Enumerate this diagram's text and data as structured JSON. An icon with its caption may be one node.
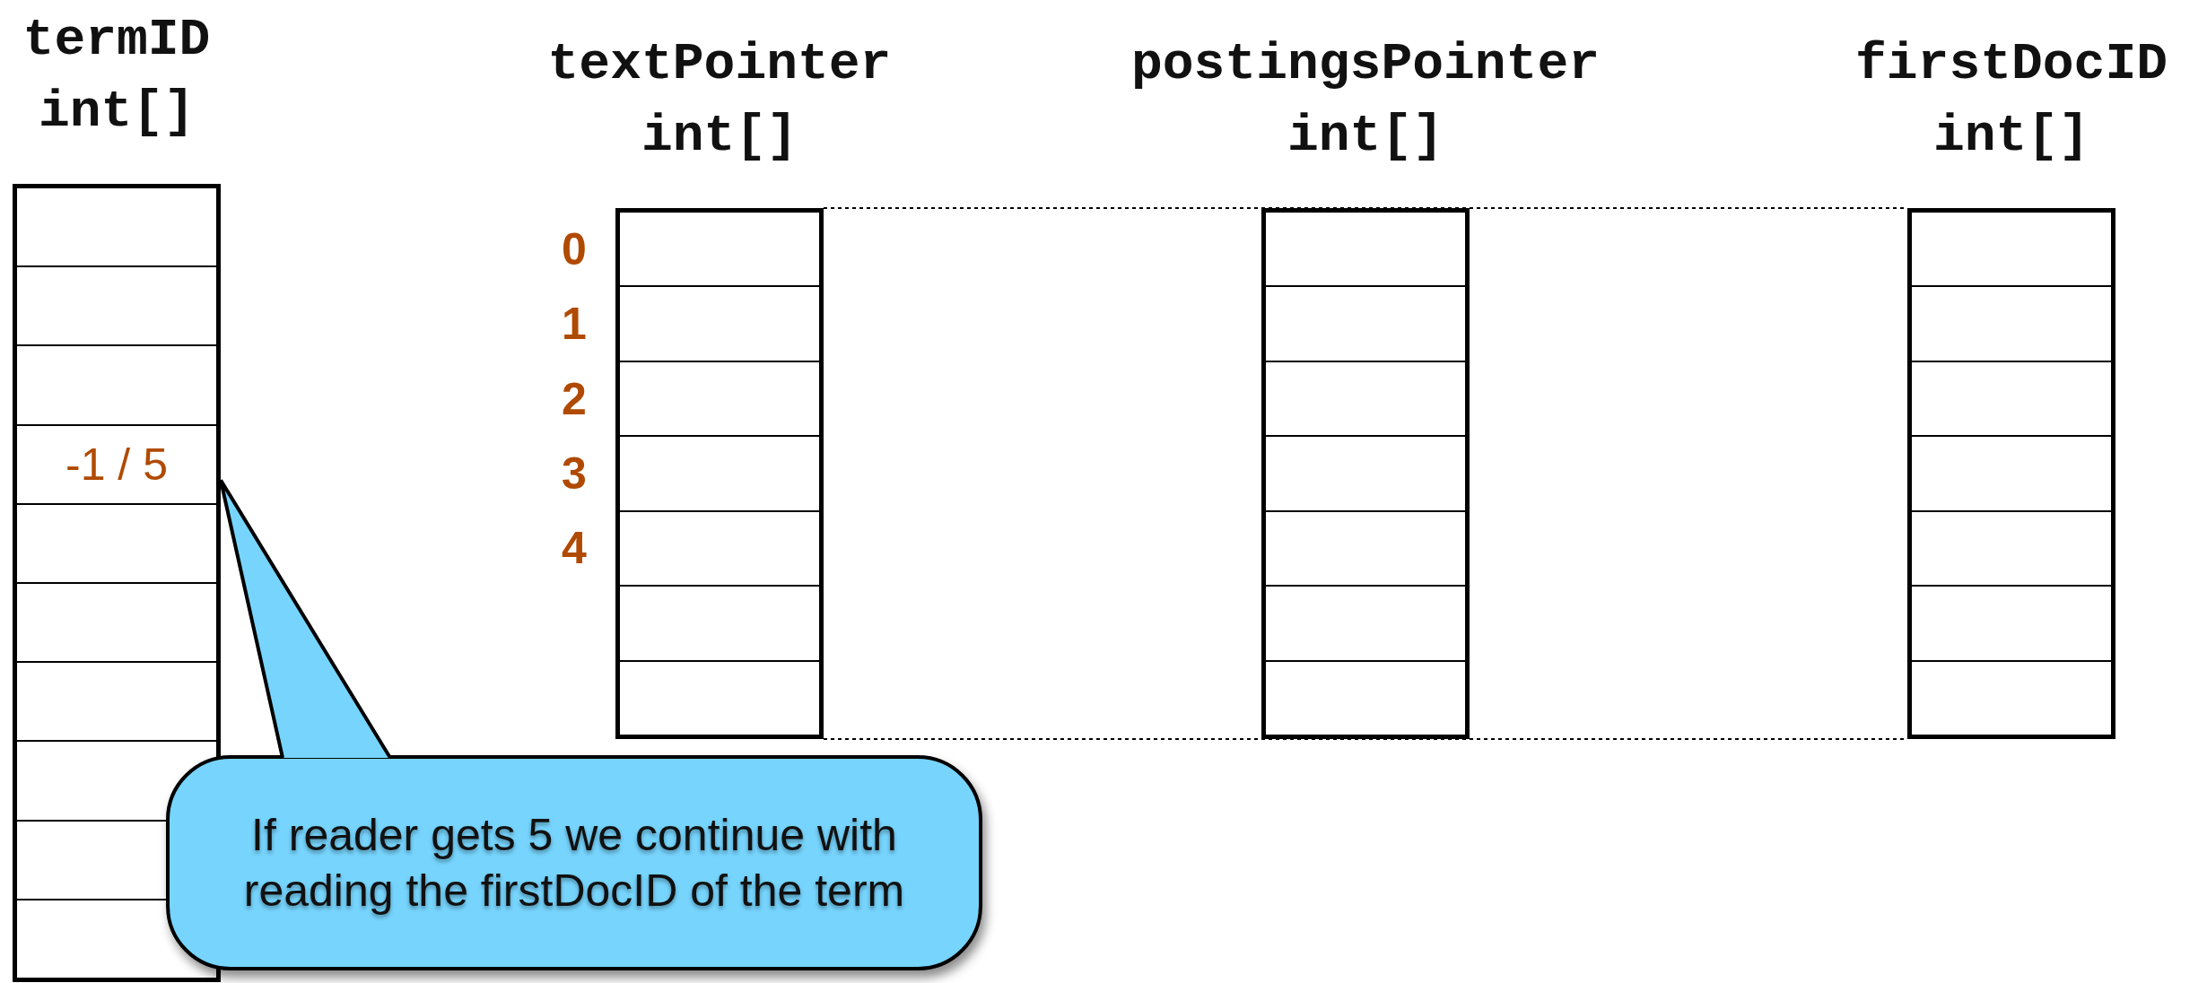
{
  "diagram": {
    "nodes": [
      {
        "text": [
          "termID",
          "int[]"
        ]
      },
      {
        "text": [],
        "shape": "box",
        "in": 0
      },
      {
        "text": [],
        "shape": "box",
        "in": 0
      },
      {
        "text": [],
        "shape": "box",
        "in": 0
      },
      {
        "text": [
          "-1 / 5"
        ],
        "in": 0
      },
      {
        "text": [],
        "shape": "box",
        "in": 0
      },
      {
        "text": [],
        "shape": "box",
        "in": 0
      },
      {
        "text": [],
        "shape": "box",
        "in": 0
      },
      {
        "text": [],
        "shape": "box",
        "in": 0
      },
      {
        "text": [],
        "shape": "box",
        "in": 0
      },
      {
        "text": [],
        "shape": "box",
        "in": 0
      },
      {
        "text": [
          "textPointer",
          "int[]"
        ]
      },
      {
        "text": [],
        "shape": "box",
        "in": 11
      },
      {
        "text": [],
        "shape": "box",
        "in": 11
      },
      {
        "text": [],
        "shape": "box",
        "in": 11
      },
      {
        "text": [],
        "shape": "box",
        "in": 11
      },
      {
        "text": [],
        "shape": "box",
        "in": 11
      },
      {
        "text": [],
        "shape": "box",
        "in": 11
      },
      {
        "text": [],
        "shape": "box",
        "in": 11
      },
      {
        "text": [
          "postingsPointer",
          "int[]"
        ]
      },
      {
        "text": [],
        "shape": "box",
        "in": 19
      },
      {
        "text": [],
        "shape": "box",
        "in": 19
      },
      {
        "text": [],
        "shape": "box",
        "in": 19
      },
      {
        "text": [],
        "shape": "box",
        "in": 19
      },
      {
        "text": [],
        "shape": "box",
        "in": 19
      },
      {
        "text": [],
        "shape": "box",
        "in": 19
      },
      {
        "text": [],
        "shape": "box",
        "in": 19
      },
      {
        "text": [
          "firstDocID",
          "int[]"
        ]
      },
      {
        "text": [],
        "shape": "box",
        "in": 27
      },
      {
        "text": [],
        "shape": "box",
        "in": 27
      },
      {
        "text": [],
        "shape": "box",
        "in": 27
      },
      {
        "text": [],
        "shape": "box",
        "in": 27
      },
      {
        "text": [],
        "shape": "box",
        "in": 27
      },
      {
        "text": [],
        "shape": "box",
        "in": 27
      },
      {
        "text": [],
        "shape": "box",
        "in": 27
      },
      {
        "text": [
          "If reader gets 5 we continue with reading the firstDocID of the term"
        ]
      }
    ],
    "edges": [
      {
        "from": 35,
        "to": 4,
        "arrow": "none"
      },
      {
        "from": 11,
        "to": 27,
        "arrow": "none",
        "style": "dashed"
      },
      {
        "from": 11,
        "to": 27,
        "arrow": "none",
        "style": "dashed"
      }
    ],
    "labels": [
      "0",
      "1",
      "2",
      "3",
      "4"
    ]
  }
}
